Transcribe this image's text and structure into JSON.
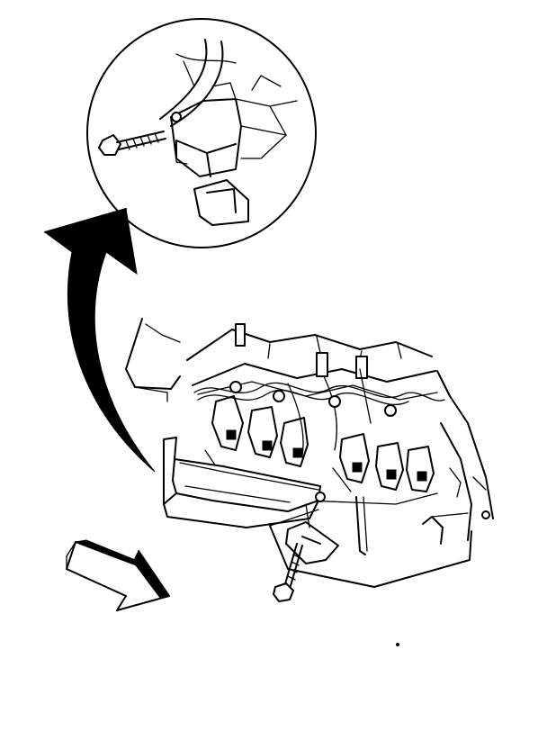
{
  "diagram": {
    "ink_color": "#000000",
    "background_color": "#ffffff",
    "components": [
      "detail-view-callout",
      "bracket-bolt",
      "curved-transition-arrow",
      "engine-assembly",
      "mounting-bracket",
      "direction-arrow"
    ]
  }
}
